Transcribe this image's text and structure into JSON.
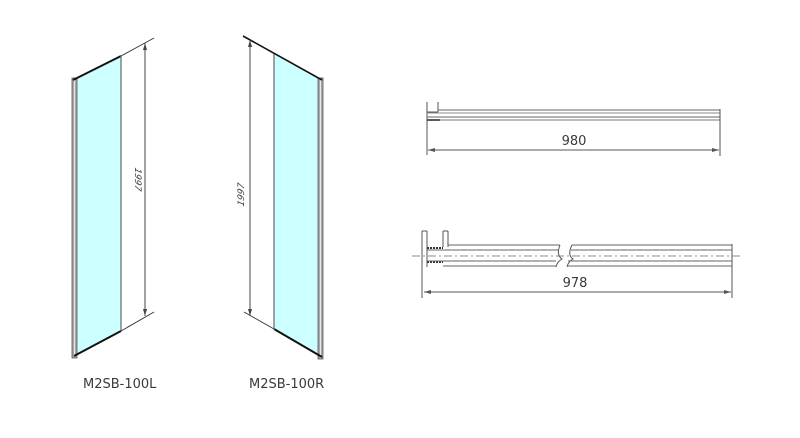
{
  "colors": {
    "glass": "#ccffff",
    "line": "#333333",
    "frame": "#9a9a9a",
    "dim_line": "#555555"
  },
  "panels": [
    {
      "id": "left",
      "label": "M2SB-100L",
      "height_dim": "1997"
    },
    {
      "id": "right",
      "label": "M2SB-100R",
      "height_dim": "1997"
    }
  ],
  "profiles": [
    {
      "id": "top",
      "width_dim": "980"
    },
    {
      "id": "bottom",
      "width_dim": "978"
    }
  ]
}
